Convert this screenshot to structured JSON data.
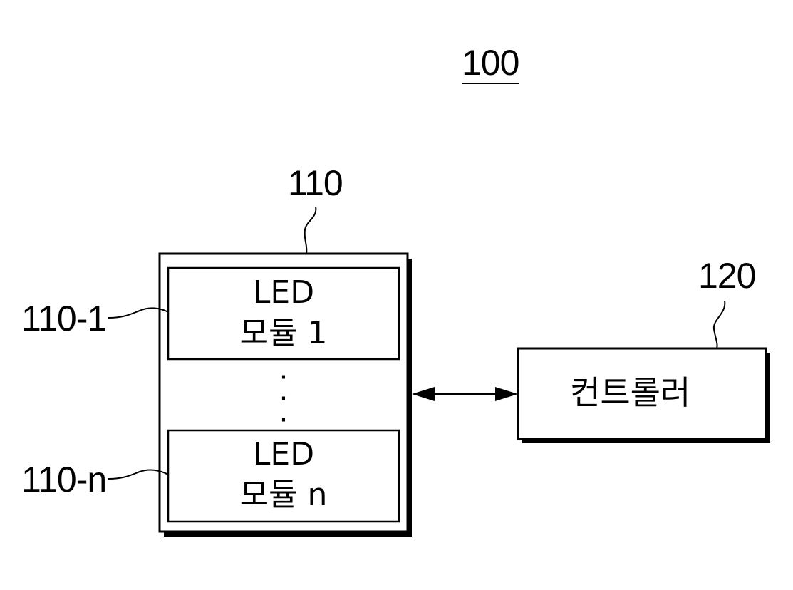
{
  "figure_ref": "100",
  "group": {
    "ref": "110",
    "module_first": {
      "ref": "110-1",
      "line1": "LED",
      "line2": "모듈 1"
    },
    "module_last": {
      "ref": "110-n",
      "line1": "LED",
      "line2": "모듈 n"
    },
    "ellipsis": ":\n:"
  },
  "controller": {
    "ref": "120",
    "label": "컨트롤러"
  }
}
